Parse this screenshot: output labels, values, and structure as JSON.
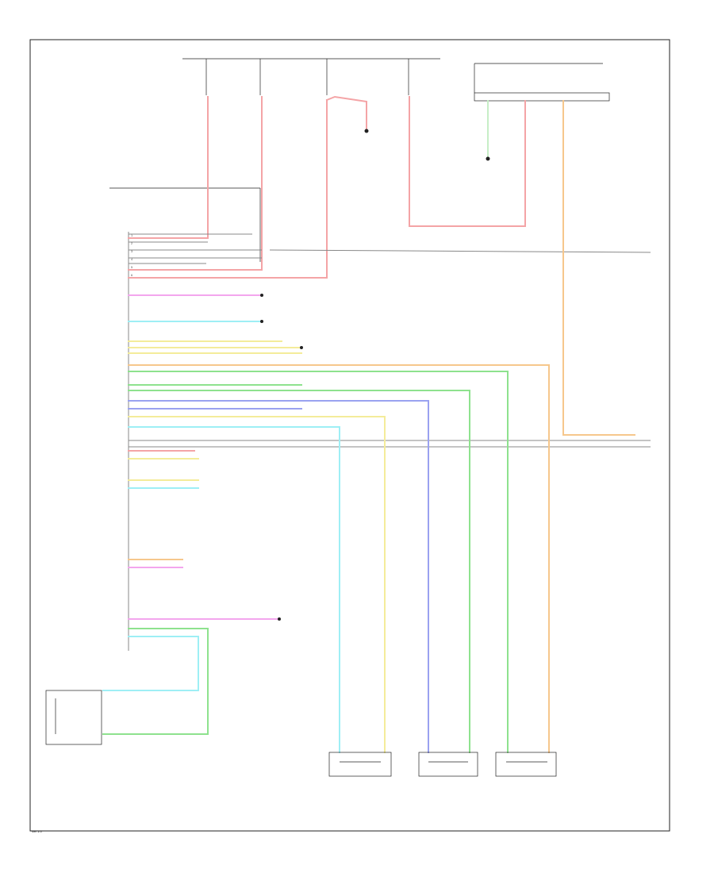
{
  "colors": {
    "red": "#f4a4a6",
    "pink": "#f3a6ee",
    "cyan": "#9eeff5",
    "yellow": "#f4ec9a",
    "green": "#8ee28e",
    "blue": "#9aa2f0",
    "orange": "#f6c78c",
    "light_green": "#c6eec6",
    "dark": "#222222"
  },
  "footer": {
    "code": "Ver 1.0"
  },
  "wires": [
    {
      "id": "red-main",
      "color": "red"
    },
    {
      "id": "pink-seat",
      "color": "pink"
    },
    {
      "id": "cyan-seat",
      "color": "cyan"
    },
    {
      "id": "orange-right",
      "color": "orange"
    },
    {
      "id": "green-right",
      "color": "green"
    },
    {
      "id": "blue-right",
      "color": "blue"
    },
    {
      "id": "yellow-right",
      "color": "yellow"
    },
    {
      "id": "cyan-right",
      "color": "cyan"
    },
    {
      "id": "green-module",
      "color": "green"
    },
    {
      "id": "cyan-module",
      "color": "cyan"
    }
  ]
}
